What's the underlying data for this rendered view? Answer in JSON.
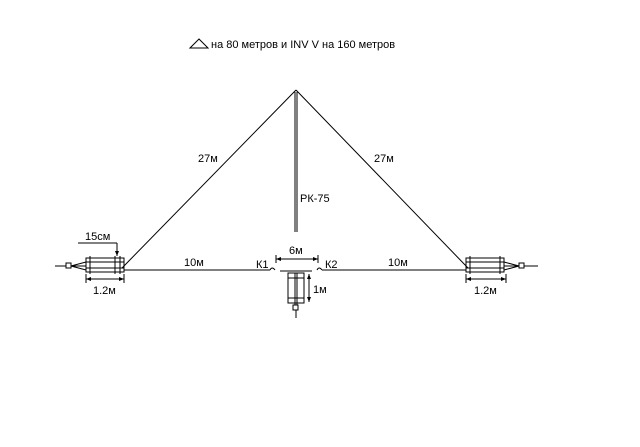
{
  "title": "на 80 метров и INV V на 160 метров",
  "labels": {
    "leg_left": "27м",
    "leg_right": "27м",
    "coax": "РК-75",
    "gap_15": "15см",
    "stub_left": "1.2м",
    "stub_right": "1.2м",
    "wire_left": "10м",
    "wire_right": "10м",
    "feed_width": "6м",
    "feed_drop": "1м",
    "relay_1": "К1",
    "relay_2": "К2"
  },
  "icons": {
    "title": "triangle-outline-icon"
  }
}
